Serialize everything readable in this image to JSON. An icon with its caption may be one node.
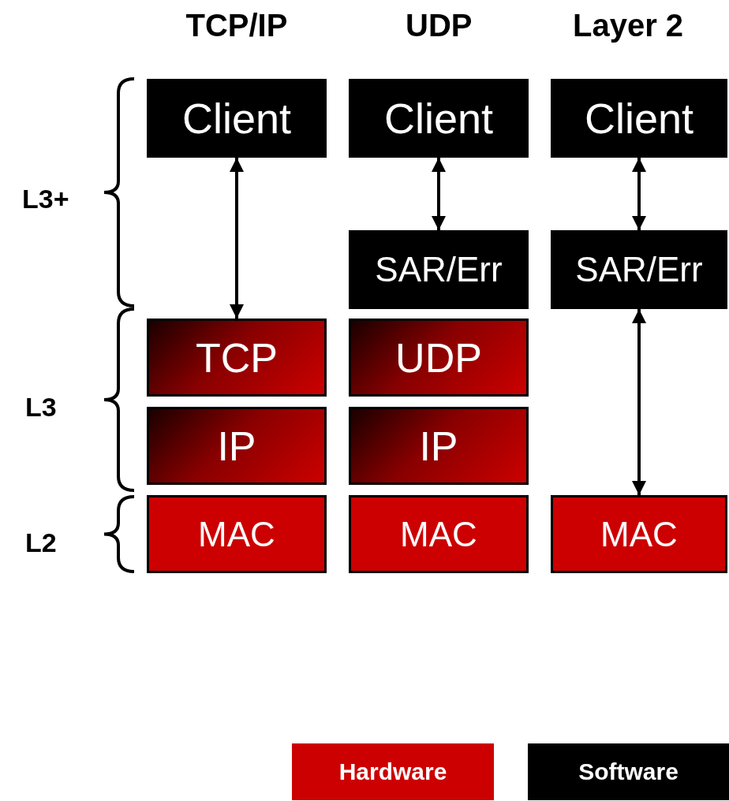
{
  "diagram": {
    "nodes": [
      {
        "text": [
          "Client"
        ]
      },
      {
        "text": [
          "Client"
        ]
      },
      {
        "text": [
          "Client"
        ]
      },
      {
        "text": [
          "SAR/Err"
        ]
      },
      {
        "text": [
          "SAR/Err"
        ]
      },
      {
        "text": [
          "TCP"
        ]
      },
      {
        "text": [
          "UDP"
        ]
      },
      {
        "text": [
          "IP"
        ]
      },
      {
        "text": [
          "IP"
        ]
      },
      {
        "text": [
          "MAC"
        ]
      },
      {
        "text": [
          "MAC"
        ]
      },
      {
        "text": [
          "MAC"
        ]
      }
    ],
    "edges": [
      {
        "from": 0,
        "to": 5,
        "arrow": "both"
      },
      {
        "from": 1,
        "to": 3,
        "arrow": "both"
      },
      {
        "from": 2,
        "to": 4,
        "arrow": "both"
      },
      {
        "from": 4,
        "to": 11,
        "arrow": "both"
      }
    ],
    "labels": [
      "TCP/IP",
      "UDP",
      "Layer 2",
      "L3+",
      "L3",
      "L2"
    ],
    "legend": [
      {
        "text": "Hardware",
        "color": "#cc0000"
      },
      {
        "text": "Software",
        "color": "#000000"
      }
    ]
  }
}
